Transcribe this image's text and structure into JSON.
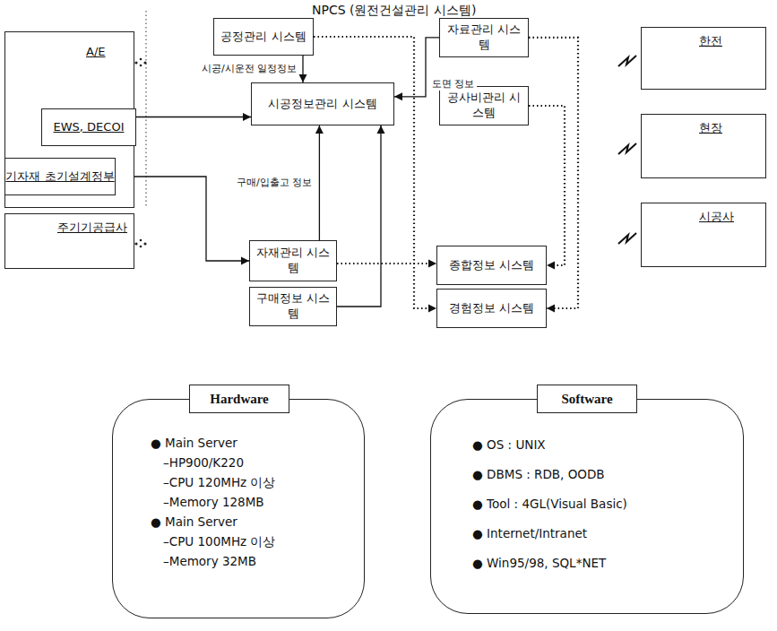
{
  "diagram": {
    "title": "NPCS (원전건설관리 시스템)",
    "nodes": [
      {
        "text": [
          "A/E"
        ]
      },
      {
        "text": [
          "EWS, DECOI"
        ],
        "in": 0
      },
      {
        "text": [
          "기자재 초기설계정부"
        ],
        "in": 0
      },
      {
        "text": [
          "주기기공급사"
        ]
      },
      {
        "text": [
          "공정관리 시스템"
        ]
      },
      {
        "text": [
          "시공정보관리 시스템"
        ]
      },
      {
        "text": [
          "자재관리 시스템"
        ]
      },
      {
        "text": [
          "구매정보 시스템"
        ]
      },
      {
        "text": [
          "자료관리 시스템"
        ]
      },
      {
        "text": [
          "공사비관리 시스템"
        ]
      },
      {
        "text": [
          "종합정보 시스템"
        ]
      },
      {
        "text": [
          "경험정보 시스템"
        ]
      },
      {
        "text": [
          "한전"
        ]
      },
      {
        "text": [
          "현장"
        ]
      },
      {
        "text": [
          "시공사"
        ]
      },
      {
        "text": [
          "● Main Server",
          "–HP900/K220",
          "–CPU 120MHz 이상",
          "–Memory 128MB",
          "● Main Server",
          "–CPU 100MHz 이상",
          "–Memory 32MB"
        ]
      },
      {
        "text": [
          "Hardware"
        ],
        "in": 15
      },
      {
        "text": [
          "● OS : UNIX",
          "● DBMS : RDB, OODB",
          "● Tool : 4GL(Visual Basic)",
          "● Internet/Intranet",
          "● Win95/98, SQL*NET"
        ]
      },
      {
        "text": [
          "Software"
        ],
        "in": 17
      }
    ],
    "edges": [
      {
        "from": 4,
        "to": 5,
        "label": "시공/시운전 일정정보",
        "arrow": "to"
      },
      {
        "from": 8,
        "to": 5,
        "label": "도면 정보",
        "arrow": "to"
      },
      {
        "from": 1,
        "to": 5,
        "arrow": "to"
      },
      {
        "from": 2,
        "to": 6,
        "arrow": "to"
      },
      {
        "from": 6,
        "to": 5,
        "label": "구매/입출고 정보",
        "arrow": "to"
      },
      {
        "from": 7,
        "to": 5,
        "arrow": "to"
      },
      {
        "from": 4,
        "to": 11,
        "arrow": "to"
      },
      {
        "from": 6,
        "to": 10,
        "arrow": "to"
      },
      {
        "from": 8,
        "to": 11,
        "arrow": "to"
      },
      {
        "from": 9,
        "to": 10,
        "arrow": "to"
      }
    ]
  }
}
